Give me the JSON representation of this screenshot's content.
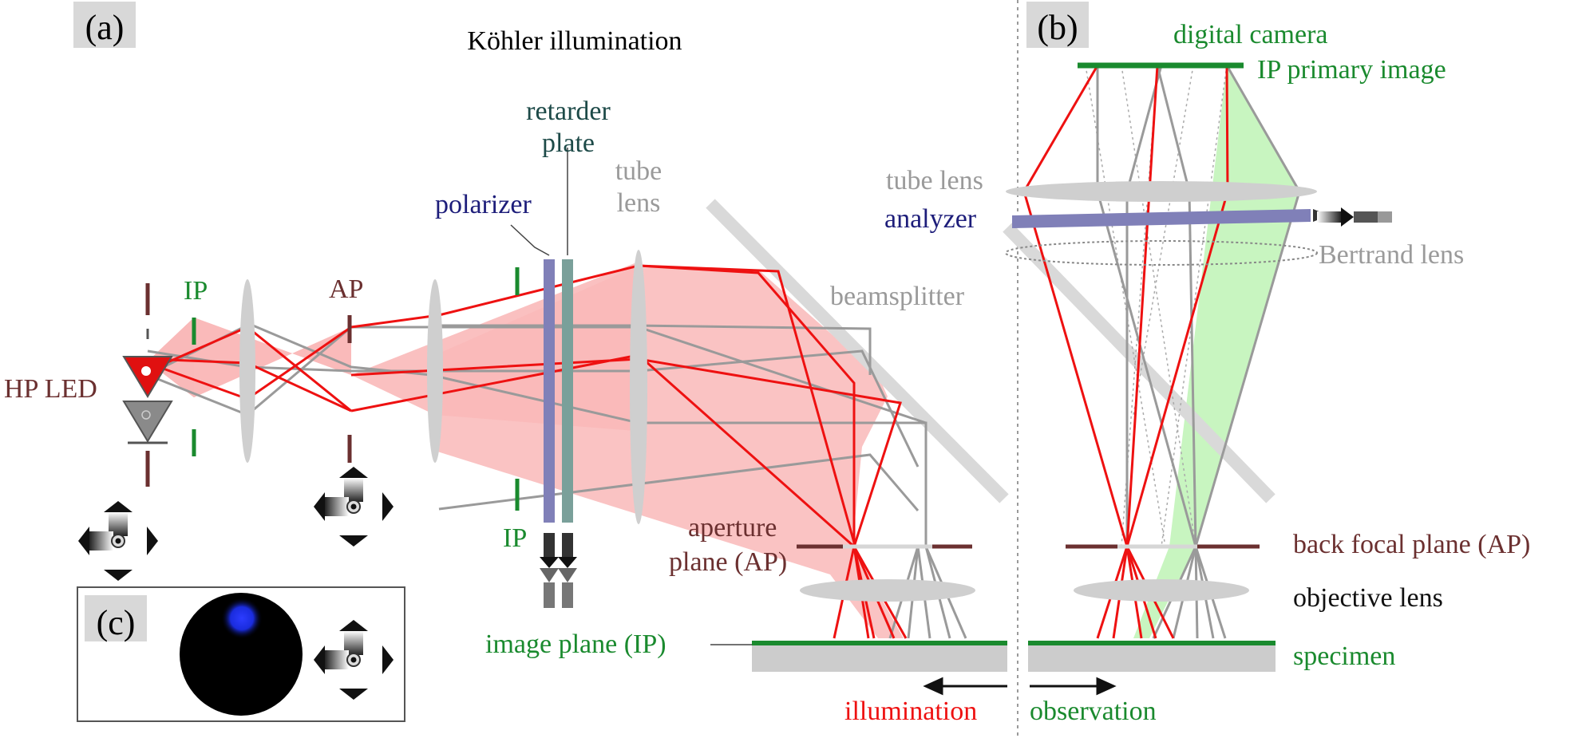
{
  "panel_labels": {
    "a": "(a)",
    "b": "(b)",
    "c": "(c)"
  },
  "title": "Köhler illumination",
  "labels": {
    "hp_led": "HP LED",
    "ip_left": "IP",
    "ap": "AP",
    "ip_bottom": "IP",
    "polarizer": "polarizer",
    "retarder_1": "retarder",
    "retarder_2": "plate",
    "tube_lens_1": "tube",
    "tube_lens_2": "lens",
    "beamsplitter": "beamsplitter",
    "aperture_plane_1": "aperture",
    "aperture_plane_2": "plane (AP)",
    "image_plane": "image plane (IP)",
    "illumination": "illumination",
    "observation": "observation",
    "digital_camera": "digital camera",
    "ip_primary_image": "IP primary image",
    "tube_lens_b": "tube lens",
    "analyzer": "analyzer",
    "bertrand_lens": "Bertrand lens",
    "back_focal_plane": "back focal plane (AP)",
    "objective_lens": "objective lens",
    "specimen": "specimen"
  },
  "colors": {
    "red": "#ee1111",
    "pink_fill": "#f9b9b9",
    "green": "#1a8a2e",
    "green_fill": "#c8f5c0",
    "gray_line": "#9a9a9a",
    "lens_gray": "#cfcfcf",
    "brown": "#6b3030",
    "navy": "#1d1d7a",
    "teal_text": "#1d4a48",
    "polarizer": "#8080b8",
    "retarder": "#7aa09a",
    "led_red": "#e01010",
    "led_gray": "#8a8a8a",
    "blue_spot": "#1a2cff"
  }
}
